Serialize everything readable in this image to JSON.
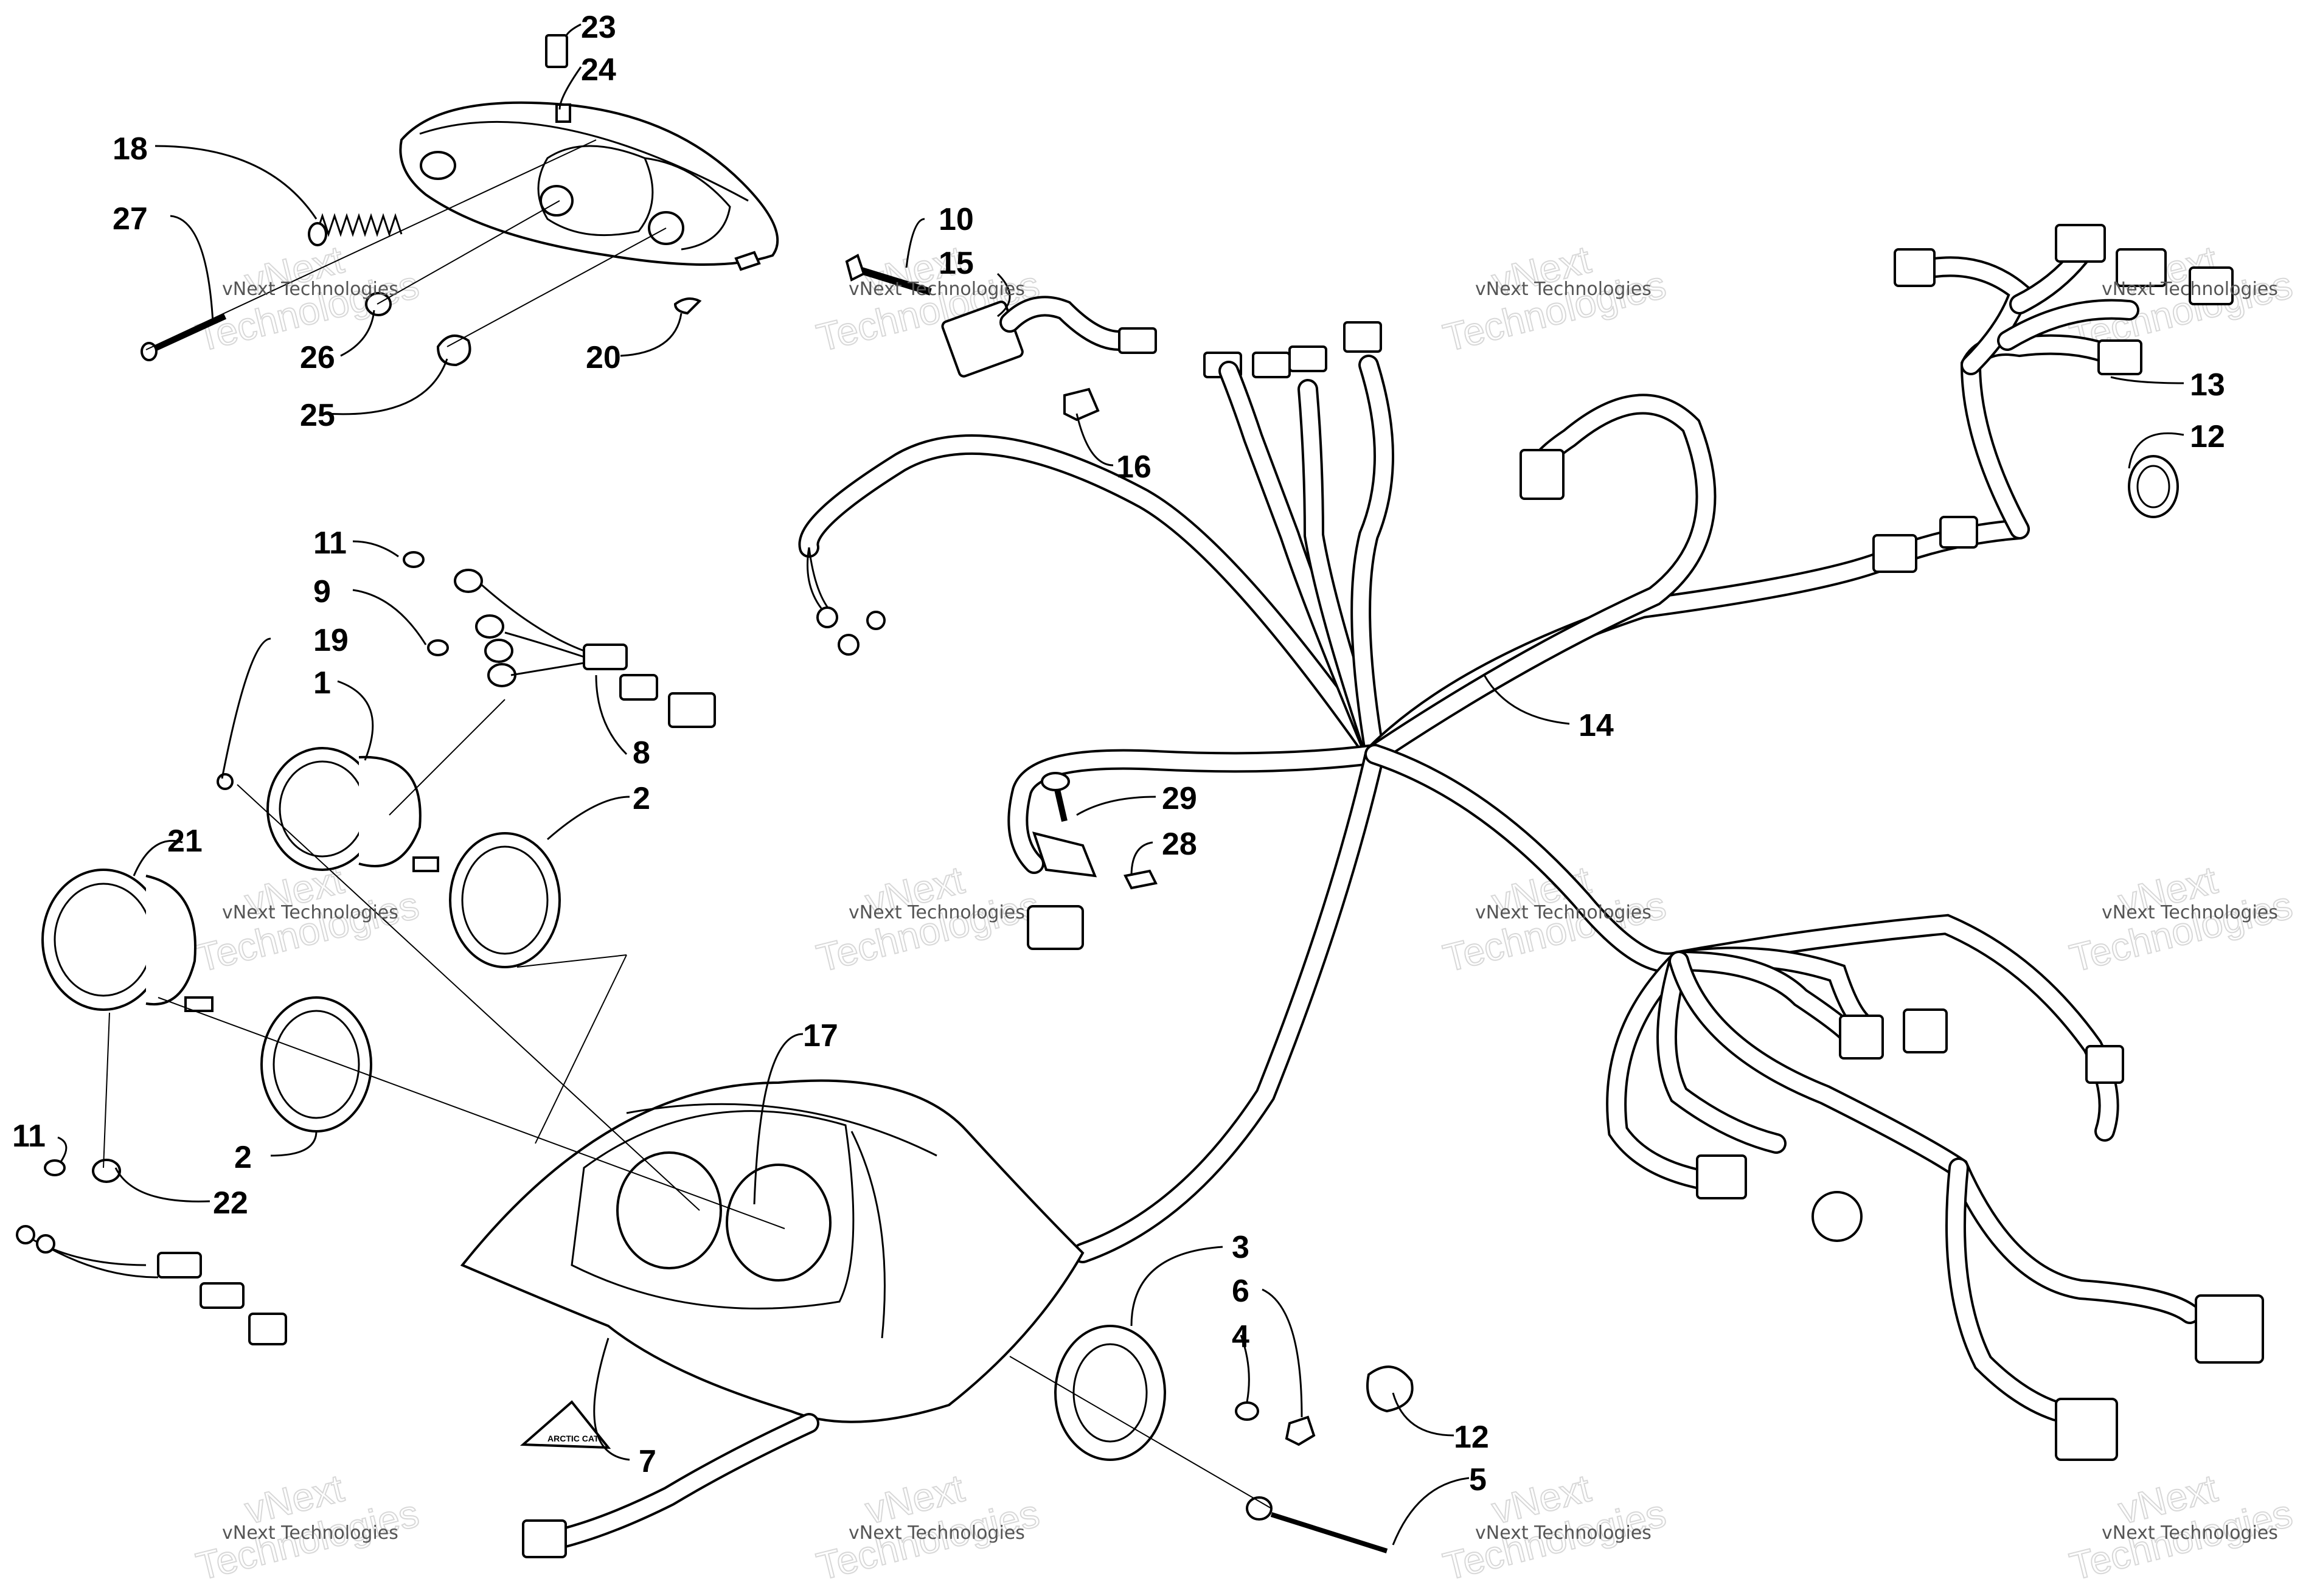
{
  "watermark": {
    "small": "vNext Technologies",
    "big_line1": "vNext",
    "big_line2": "Technologies"
  },
  "badge_text": "ARCTIC CAT",
  "callouts": [
    {
      "id": "c23",
      "label": "23"
    },
    {
      "id": "c24",
      "label": "24"
    },
    {
      "id": "c18",
      "label": "18"
    },
    {
      "id": "c27",
      "label": "27"
    },
    {
      "id": "c26",
      "label": "26"
    },
    {
      "id": "c25",
      "label": "25"
    },
    {
      "id": "c20",
      "label": "20"
    },
    {
      "id": "c10",
      "label": "10"
    },
    {
      "id": "c15",
      "label": "15"
    },
    {
      "id": "c16",
      "label": "16"
    },
    {
      "id": "c13",
      "label": "13"
    },
    {
      "id": "c12a",
      "label": "12"
    },
    {
      "id": "c11a",
      "label": "11"
    },
    {
      "id": "c9",
      "label": "9"
    },
    {
      "id": "c19",
      "label": "19"
    },
    {
      "id": "c1",
      "label": "1"
    },
    {
      "id": "c8",
      "label": "8"
    },
    {
      "id": "c2a",
      "label": "2"
    },
    {
      "id": "c14",
      "label": "14"
    },
    {
      "id": "c29",
      "label": "29"
    },
    {
      "id": "c28",
      "label": "28"
    },
    {
      "id": "c21",
      "label": "21"
    },
    {
      "id": "c17",
      "label": "17"
    },
    {
      "id": "c2b",
      "label": "2"
    },
    {
      "id": "c11b",
      "label": "11"
    },
    {
      "id": "c22",
      "label": "22"
    },
    {
      "id": "c3",
      "label": "3"
    },
    {
      "id": "c6",
      "label": "6"
    },
    {
      "id": "c4",
      "label": "4"
    },
    {
      "id": "c12b",
      "label": "12"
    },
    {
      "id": "c7",
      "label": "7"
    },
    {
      "id": "c5",
      "label": "5"
    }
  ]
}
